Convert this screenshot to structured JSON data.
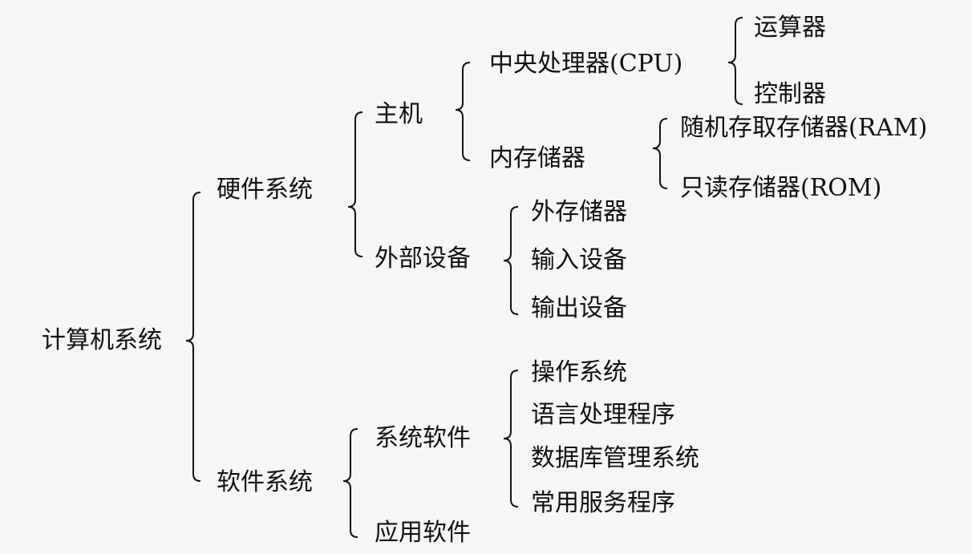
{
  "diagram": {
    "root": "计算机系统",
    "hardware": "硬件系统",
    "host": "主机",
    "cpu": "中央处理器(CPU)",
    "alu": "运算器",
    "controller": "控制器",
    "memory": "内存储器",
    "ram": "随机存取存储器(RAM)",
    "rom": "只读存储器(ROM)",
    "peripherals": "外部设备",
    "external_storage": "外存储器",
    "input_devices": "输入设备",
    "output_devices": "输出设备",
    "software": "软件系统",
    "system_software": "系统软件",
    "os": "操作系统",
    "language_processors": "语言处理程序",
    "dbms": "数据库管理系统",
    "utilities": "常用服务程序",
    "application_software": "应用软件"
  }
}
